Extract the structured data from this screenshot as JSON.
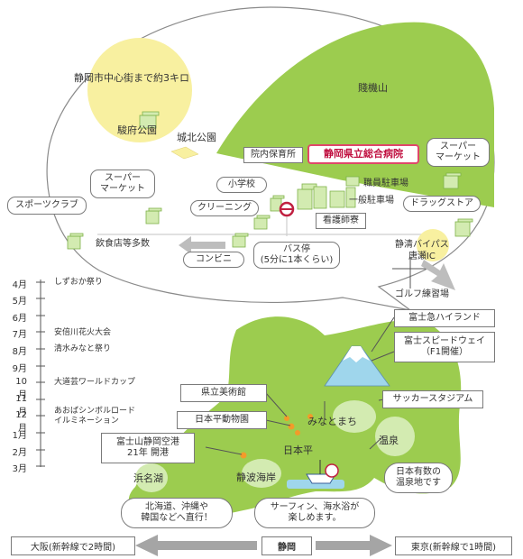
{
  "map_area": {
    "city_center_distance": "静岡市中心街まで約3キロ",
    "mountain": "賤機山",
    "sunpu_park": "駿府公園",
    "johoku_park": "城北公園",
    "nursery": "院内保育所",
    "hospital": "静岡県立総合病院",
    "supermarket_right": "スーパー\nマーケット",
    "staff_parking": "職員駐車場",
    "general_parking": "一般駐車場",
    "drugstore": "ドラッグストア",
    "elementary_school": "小学校",
    "cleaning": "クリーニング",
    "nurse_dorm": "看護師寮",
    "supermarket_left": "スーパー\nマーケット",
    "sports_club": "スポーツクラブ",
    "restaurants": "飲食店等多数",
    "convenience_store": "コンビニ",
    "bus_stop": "バス停\n(5分に1本くらい)",
    "bypass_ic": "静清バイパス\n唐瀬IC",
    "golf": "ゴルフ練習場"
  },
  "calendar": {
    "months": [
      "4月",
      "5月",
      "6月",
      "7月",
      "8月",
      "9月",
      "10月",
      "11月",
      "12月",
      "1月",
      "2月",
      "3月"
    ],
    "events": [
      {
        "label": "しずおか祭り"
      },
      {
        "label": "安倍川花火大会"
      },
      {
        "label": "清水みなと祭り"
      },
      {
        "label": "大道芸ワールドカップ"
      },
      {
        "label": "あおばシンボルロード\nイルミネーション"
      }
    ]
  },
  "prefecture": {
    "fuji_q": "富士急ハイランド",
    "fuji_speedway": "富士スピードウェイ\n（F1開催）",
    "art_museum": "県立美術館",
    "zoo": "日本平動物園",
    "soccer_stadium": "サッカースタジアム",
    "minatomachi": "みなとまち",
    "nihondaira": "日本平",
    "onsen": "温泉",
    "onsen_desc": "日本有数の\n温泉地です",
    "airport": "富士山静岡空港\n21年 開港",
    "hamanako": "浜名湖",
    "shizunami": "静波海岸",
    "airport_desc": "北海道、沖縄や\n韓国などへ直行！",
    "surf_desc": "サーフィン、海水浴が\n楽しめます。"
  },
  "travel": {
    "osaka": "大阪(新幹線で2時間)",
    "center": "静岡",
    "tokyo": "東京(新幹線で1時間)"
  },
  "colors": {
    "green": "#9ccc4f",
    "light_green": "#d3ebb1",
    "yellow": "#f8f0a0",
    "hospital": "#e0476a",
    "sea_water": "#9fd6ec",
    "gray_arrow": "#a5a5a5"
  }
}
